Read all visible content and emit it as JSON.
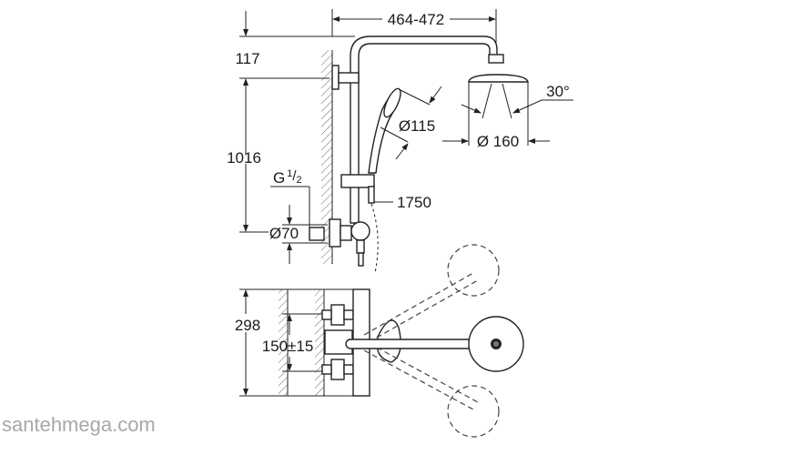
{
  "dimensions": {
    "arm_projection": "464-472",
    "arm_height": "117",
    "rail_height": "1016",
    "thread": "G",
    "thread_num": "1",
    "thread_den": "2",
    "connection_diameter": "Ø70",
    "handshower_diameter": "Ø115",
    "hose_length": "1750",
    "spray_angle": "30°",
    "head_diameter": "Ø 160",
    "mixer_height": "298",
    "inlet_spacing": "150±15"
  },
  "watermark": "santehmega.com",
  "colors": {
    "line": "#222222",
    "watermark": "#a8a8a8"
  }
}
